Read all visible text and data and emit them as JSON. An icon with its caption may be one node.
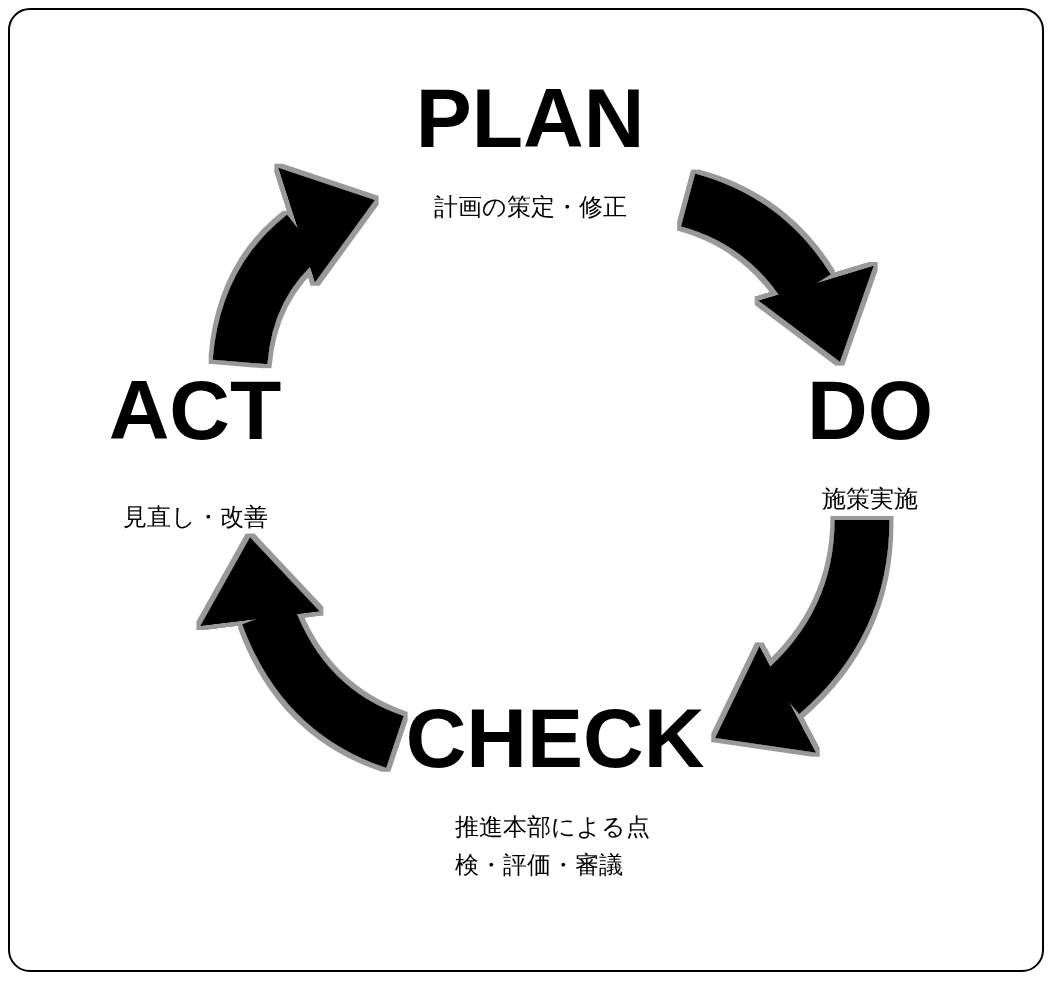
{
  "diagram": {
    "nodes": [
      {
        "text": [
          "PLAN",
          "計画の策定・修正"
        ]
      },
      {
        "text": [
          "DO",
          "施策実施"
        ]
      },
      {
        "text": [
          "CHECK",
          "推進本部による点検・評価・審議"
        ]
      },
      {
        "text": [
          "ACT",
          "見直し・改善"
        ]
      }
    ],
    "edges": [
      {
        "from": 0,
        "to": 1,
        "arrow": "to"
      },
      {
        "from": 1,
        "to": 2,
        "arrow": "to"
      },
      {
        "from": 2,
        "to": 3,
        "arrow": "to"
      },
      {
        "from": 3,
        "to": 0,
        "arrow": "to"
      }
    ]
  }
}
